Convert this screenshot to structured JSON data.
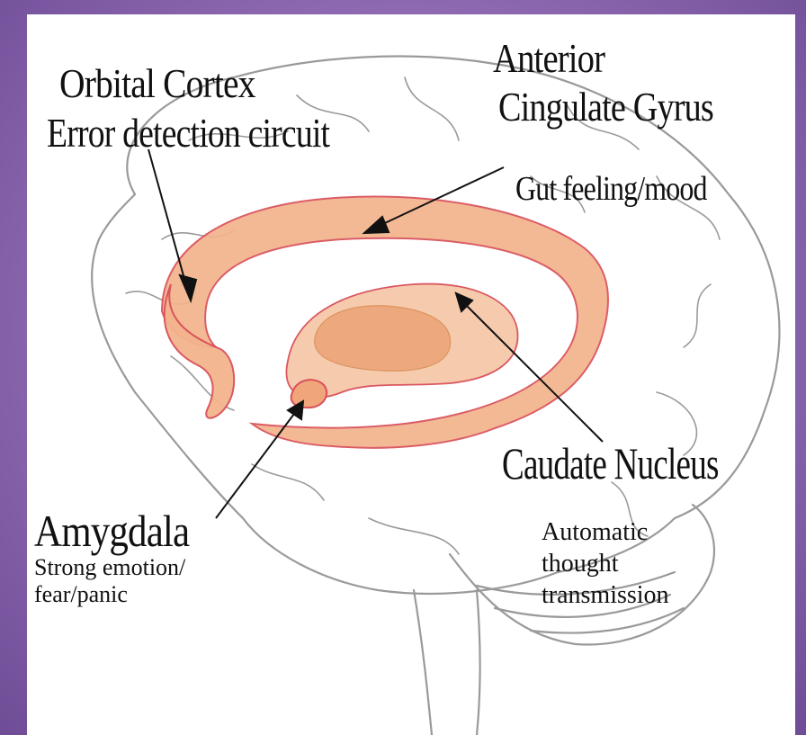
{
  "labels": {
    "orbital_title": "Orbital Cortex",
    "orbital_desc": "Error detection circuit",
    "anterior_line1": "Anterior",
    "anterior_line2": "Cingulate Gyrus",
    "anterior_desc": "Gut feeling/mood",
    "caudate_title": "Caudate Nucleus",
    "caudate_desc_1": "Automatic",
    "caudate_desc_2": "thought",
    "caudate_desc_3": "transmission",
    "amygdala_title": "Amygdala",
    "amygdala_desc_1": "Strong emotion/",
    "amygdala_desc_2": "fear/panic"
  },
  "colors": {
    "background_purple": "#8f6ab3",
    "highlight_fill": "#f3b48d",
    "highlight_edge": "#d9505a",
    "sketch_line": "#9a9a9a",
    "arrow": "#111111"
  }
}
